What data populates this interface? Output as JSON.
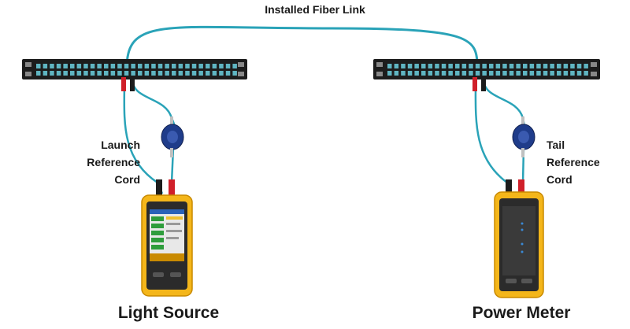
{
  "diagram": {
    "title": "Installed Fiber Link",
    "launch_cord_lines": [
      "Launch",
      "Reference",
      "Cord"
    ],
    "tail_cord_lines": [
      "Tail",
      "Reference",
      "Cord"
    ],
    "light_source_label": "Light Source",
    "power_meter_label": "Power Meter"
  },
  "colors": {
    "fiber": "#2aa3b8",
    "panel": "#1c1c1c",
    "port": "#5fb5c2",
    "connector_red": "#d0202a",
    "tester_body": "#f4b61a",
    "tester_face": "#2b2b2b"
  }
}
